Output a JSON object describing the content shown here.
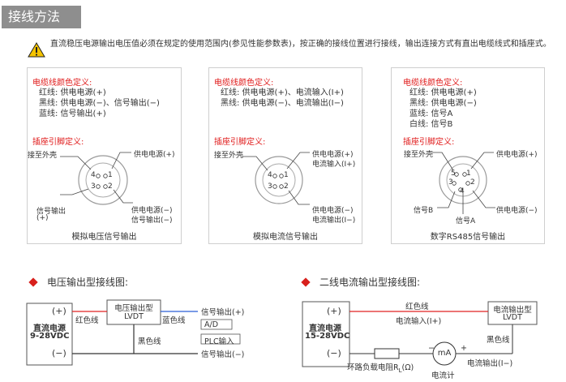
{
  "page_title": "接线方法",
  "warning": "直流稳压电源输出电压值必须在规定的使用范围内(参见性能参数表)，按正确的接线位置进行接线，输出连接方式有直出电缆线式和插座式。",
  "panels": [
    {
      "cable_title": "电缆线颜色定义:",
      "cable_lines": [
        "红线: 供电电源(+)",
        "黑线: 供电电源(−)、信号输出(−)",
        "蓝线: 信号输出(+)"
      ],
      "pin_title": "插座引脚定义:",
      "labels": {
        "shell": "接至外壳",
        "p1": "供电电源(+)",
        "p3": "信号输出",
        "p3b": "(+)",
        "p2": "供电电源(−)",
        "p2b": "信号输出(−)"
      },
      "pins": {
        "a": "4",
        "b": "1",
        "c": "3",
        "d": "2"
      },
      "caption": "模拟电压信号输出"
    },
    {
      "cable_title": "电缆线颜色定义:",
      "cable_lines": [
        "红线: 供电电源(+)、电流输入(I+)",
        "黑线: 供电电源(−)、电流输出(I−)"
      ],
      "pin_title": "插座引脚定义:",
      "labels": {
        "shell": "接至外壳",
        "p1": "供电电源(+)",
        "p1b": "电流输入(I+)",
        "p2": "供电电源(−)",
        "p2b": "电流输出(I−)"
      },
      "pins": {
        "a": "4",
        "b": "1",
        "c": "3",
        "d": "2"
      },
      "caption": "模拟电流信号输出"
    },
    {
      "cable_title": "电缆线颜色定义:",
      "cable_lines": [
        "红线: 供电电源(+)",
        "黑线: 供电电源(−)",
        "蓝线: 信号A",
        "白线: 信号B"
      ],
      "pin_title": "插座引脚定义:",
      "labels": {
        "shell": "接至外壳",
        "p1": "供电电源(+)",
        "sigB": "信号B",
        "sigA": "信号A",
        "p2": "供电电源(−)"
      },
      "pins": {
        "a": "5",
        "b": "1",
        "c": "3",
        "d": "2",
        "e": "4"
      },
      "caption": "数字RS485信号输出"
    }
  ],
  "voltage": {
    "title": "电压输出型接线图:",
    "plus": "(+)",
    "minus": "(−)",
    "source": "直流电源",
    "range": "9-28VDC",
    "red": "红色线",
    "module1": "电压输出型",
    "module2": "LVDT",
    "blue": "蓝色线",
    "black": "黑色线",
    "sig_plus": "信号输出(+)",
    "ad": "A/D",
    "plc": "PLC输入",
    "sig_minus": "信号输出(−)"
  },
  "current": {
    "title": "二线电流输出型接线图:",
    "plus": "(+)",
    "minus": "(−)",
    "source": "直流电源",
    "range": "15-28VDC",
    "red": "红色线",
    "in": "电流输入(I+)",
    "module1": "电流输出型",
    "module2": "LVDT",
    "black": "黑色线",
    "load": "环路负载电阻R",
    "load_sub": "L",
    "load_unit": "(Ω)",
    "meter": "mA",
    "meter_label": "电流计",
    "out": "电流输出(I−)",
    "mplus": "+",
    "mminus": "−"
  }
}
